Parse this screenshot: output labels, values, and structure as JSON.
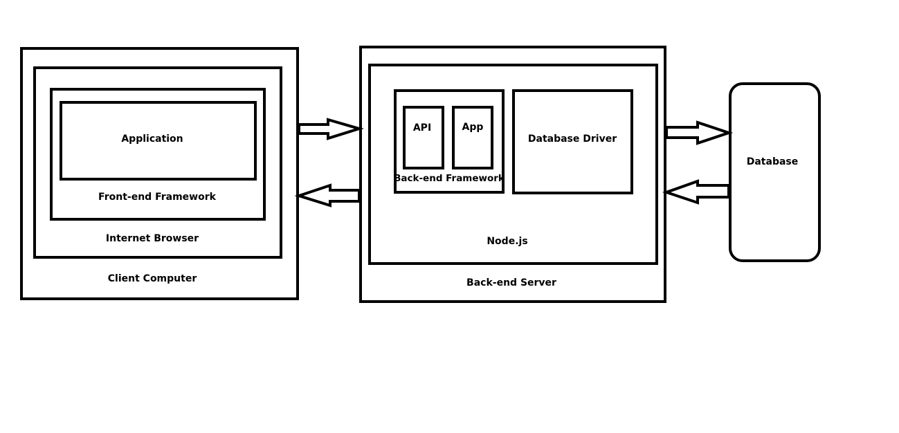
{
  "client": {
    "computer_label": "Client Computer",
    "browser_label": "Internet Browser",
    "framework_label": "Front-end Framework",
    "application_label": "Application"
  },
  "server": {
    "server_label": "Back-end Server",
    "runtime_label": "Node.js",
    "framework_label": "Back-end Framework",
    "api_label": "API",
    "app_label": "App",
    "driver_label": "Database Driver"
  },
  "database": {
    "label": "Database"
  },
  "colors": {
    "line": "#000000",
    "background": "#ffffff"
  }
}
